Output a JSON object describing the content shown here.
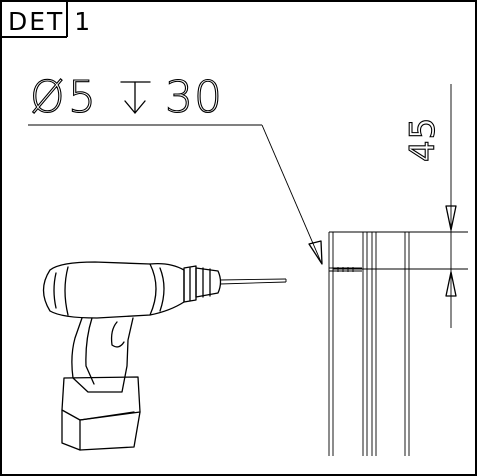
{
  "detail": {
    "title": "DET 1"
  },
  "callout": {
    "diameter_symbol": "Ø",
    "diameter": "5",
    "depth_symbol": "↧",
    "depth": "30"
  },
  "dimension": {
    "value": "45"
  },
  "icons": {
    "tool": "cordless-drill-icon",
    "depth": "depth-arrow-icon",
    "leader": "leader-arrow-icon"
  },
  "colors": {
    "line": "#000000",
    "background": "#ffffff"
  }
}
